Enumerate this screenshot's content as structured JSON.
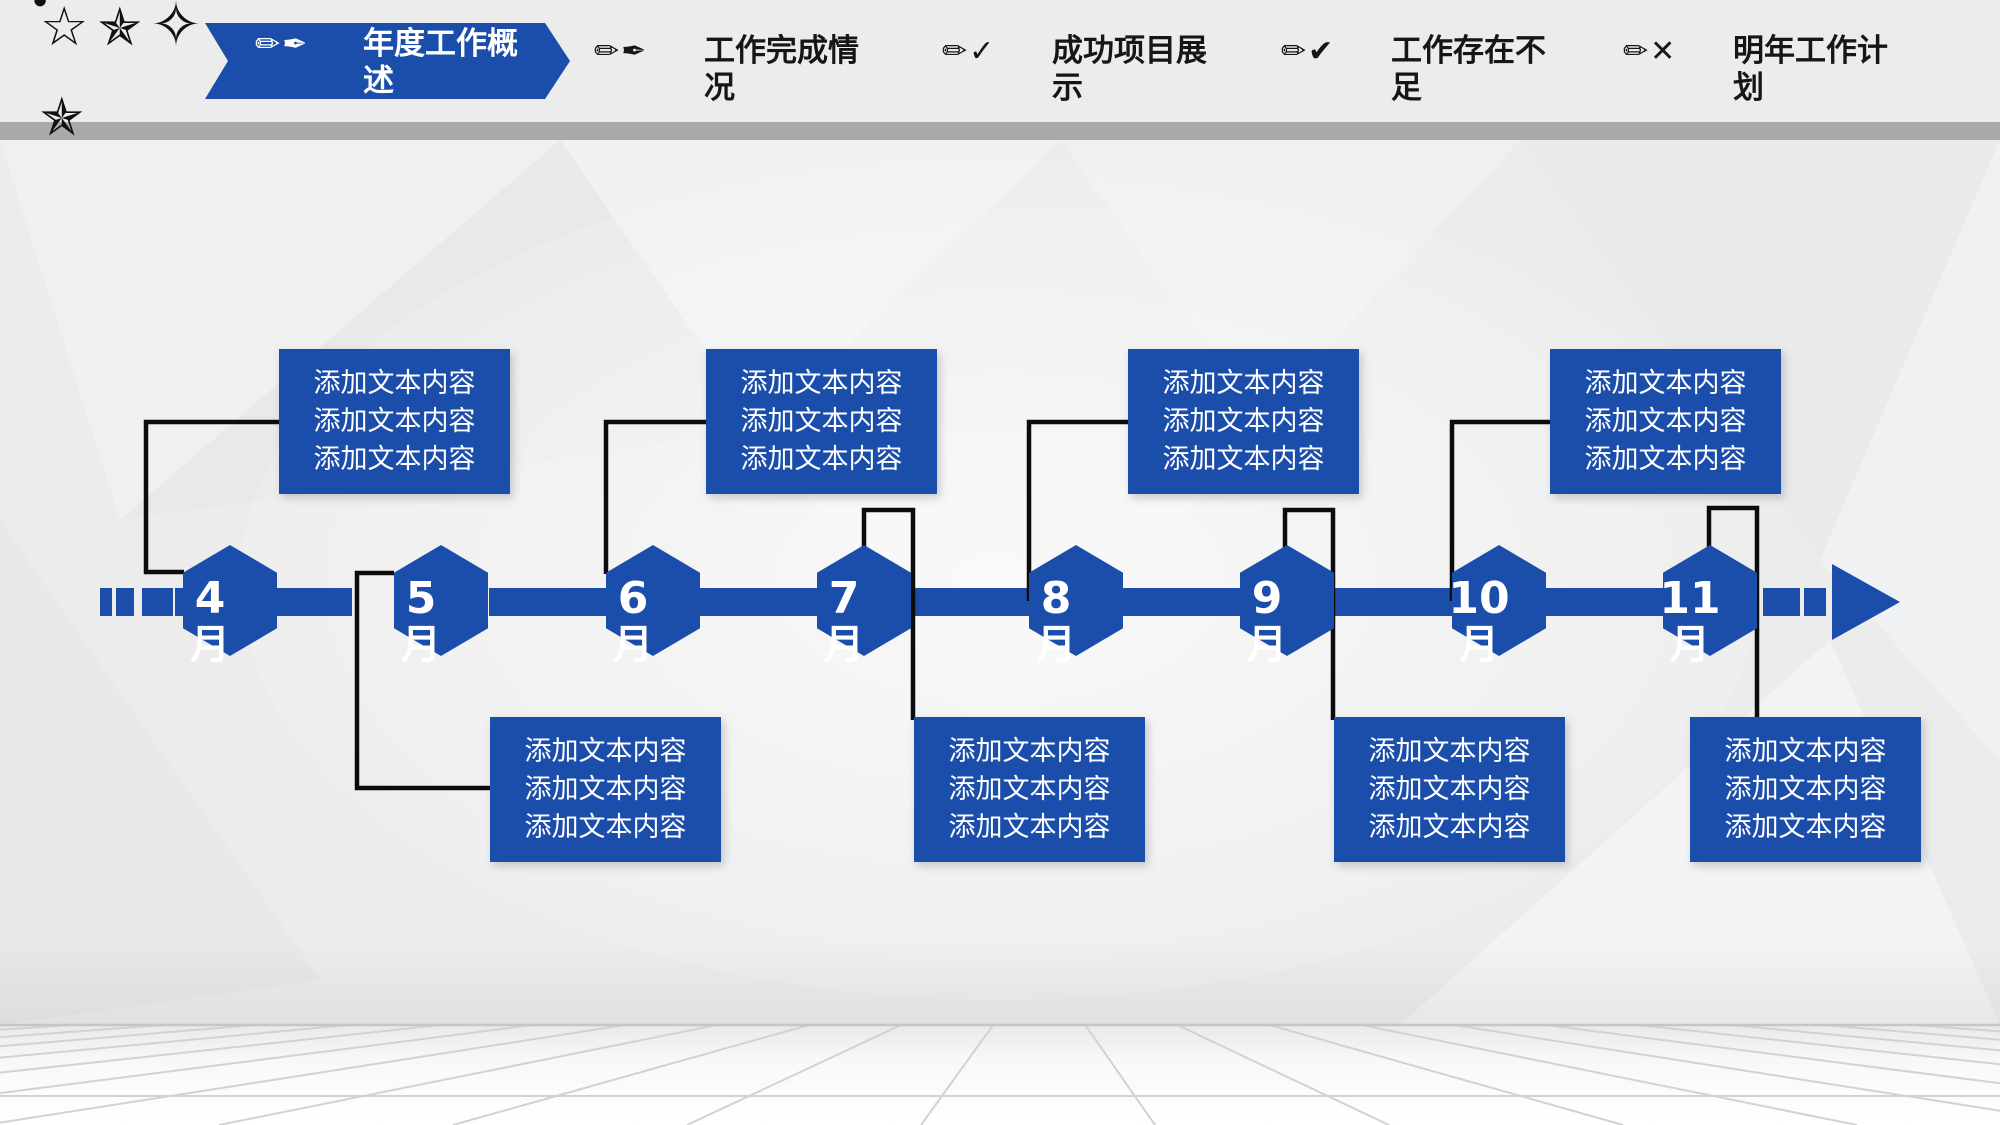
{
  "nav": {
    "items": [
      {
        "label": "年度工作概述",
        "icon": "✏✒",
        "active": true
      },
      {
        "label": "工作完成情况",
        "icon": "✏✒",
        "active": false
      },
      {
        "label": "成功项目展示",
        "icon": "✏✓",
        "active": false
      },
      {
        "label": "工作存在不足",
        "icon": "✏✔",
        "active": false
      },
      {
        "label": "明年工作计划",
        "icon": "✏✕",
        "active": false
      }
    ]
  },
  "decor": {
    "stars": [
      "☆",
      "✯",
      "✧",
      "✯"
    ],
    "star_dot": "●"
  },
  "colors": {
    "accent_blue": "#1b4daa",
    "connector_black": "#0c0c0c",
    "separator_gray": "#a9a9a9"
  },
  "timeline": {
    "months": [
      {
        "num": "4",
        "unit": "月",
        "side": "above",
        "notes": [
          "添加文本内容",
          "添加文本内容",
          "添加文本内容"
        ]
      },
      {
        "num": "5",
        "unit": "月",
        "side": "below",
        "notes": [
          "添加文本内容",
          "添加文本内容",
          "添加文本内容"
        ]
      },
      {
        "num": "6",
        "unit": "月",
        "side": "above",
        "notes": [
          "添加文本内容",
          "添加文本内容",
          "添加文本内容"
        ]
      },
      {
        "num": "7",
        "unit": "月",
        "side": "below",
        "notes": [
          "添加文本内容",
          "添加文本内容",
          "添加文本内容"
        ]
      },
      {
        "num": "8",
        "unit": "月",
        "side": "above",
        "notes": [
          "添加文本内容",
          "添加文本内容",
          "添加文本内容"
        ]
      },
      {
        "num": "9",
        "unit": "月",
        "side": "below",
        "notes": [
          "添加文本内容",
          "添加文本内容",
          "添加文本内容"
        ]
      },
      {
        "num": "10",
        "unit": "月",
        "side": "above",
        "notes": [
          "添加文本内容",
          "添加文本内容",
          "添加文本内容"
        ]
      },
      {
        "num": "11",
        "unit": "月",
        "side": "below",
        "notes": [
          "添加文本内容",
          "添加文本内容",
          "添加文本内容"
        ]
      }
    ]
  }
}
